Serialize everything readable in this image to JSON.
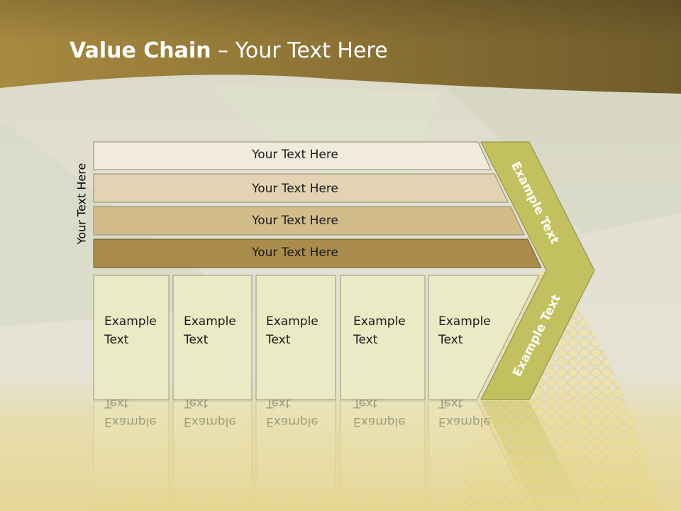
{
  "title": {
    "bold": "Value Chain",
    "rest": " – Your Text Here"
  },
  "side_label": "Your Text Here",
  "bars": [
    {
      "label": "Your Text Here",
      "color": "#f0ebdc"
    },
    {
      "label": "Your Text Here",
      "color": "#e2d4b2"
    },
    {
      "label": "Your Text Here",
      "color": "#d1bc8a"
    },
    {
      "label": "Your Text Here",
      "color": "#a98c4c"
    }
  ],
  "boxes": [
    {
      "line1": "Example",
      "line2": "Text"
    },
    {
      "line1": "Example",
      "line2": "Text"
    },
    {
      "line1": "Example",
      "line2": "Text"
    },
    {
      "line1": "Example",
      "line2": "Text"
    },
    {
      "line1": "Example",
      "line2": "Text"
    }
  ],
  "chevron": {
    "upper_label": "Example Text",
    "lower_label": "Example Text",
    "color": "#c3c15f"
  },
  "colors": {
    "header_brown": "#8f7336",
    "box_fill": "#eaeac5",
    "box_border": "#9a9a78"
  }
}
